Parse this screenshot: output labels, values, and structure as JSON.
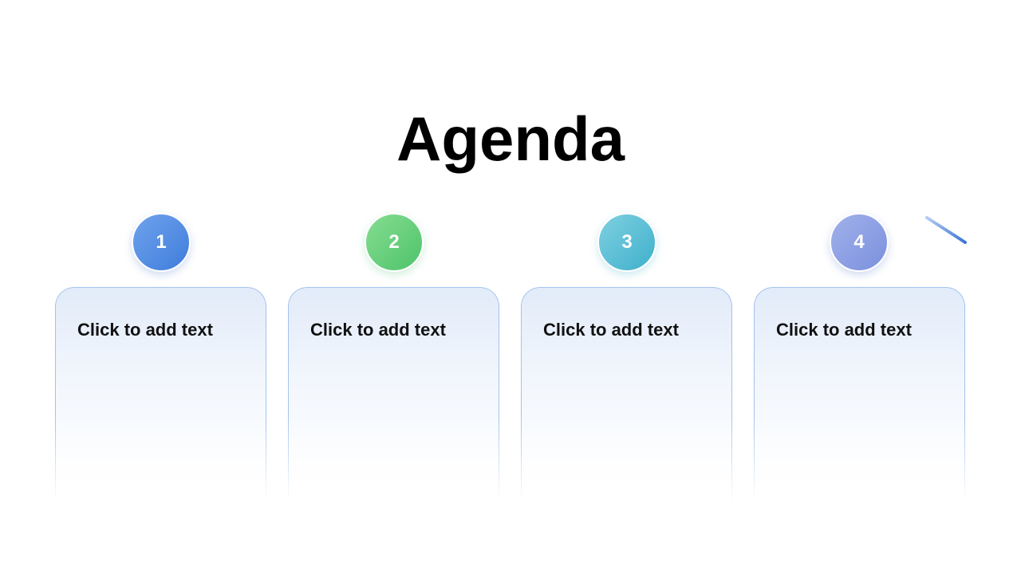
{
  "slide": {
    "title": "Agenda"
  },
  "steps": [
    {
      "number": "1",
      "text": "Click to add text",
      "color": "#3f7ddc"
    },
    {
      "number": "2",
      "text": "Click to add text",
      "color": "#4ec36a"
    },
    {
      "number": "3",
      "text": "Click to add text",
      "color": "#3fb0cc"
    },
    {
      "number": "4",
      "text": "Click to add text",
      "color": "#7b90de"
    }
  ],
  "colors": {
    "line_start": "#c9dcf5",
    "line_end": "#3a74d8",
    "card_border": "#96b9eb",
    "card_fill_top": "#e2ebf9"
  }
}
